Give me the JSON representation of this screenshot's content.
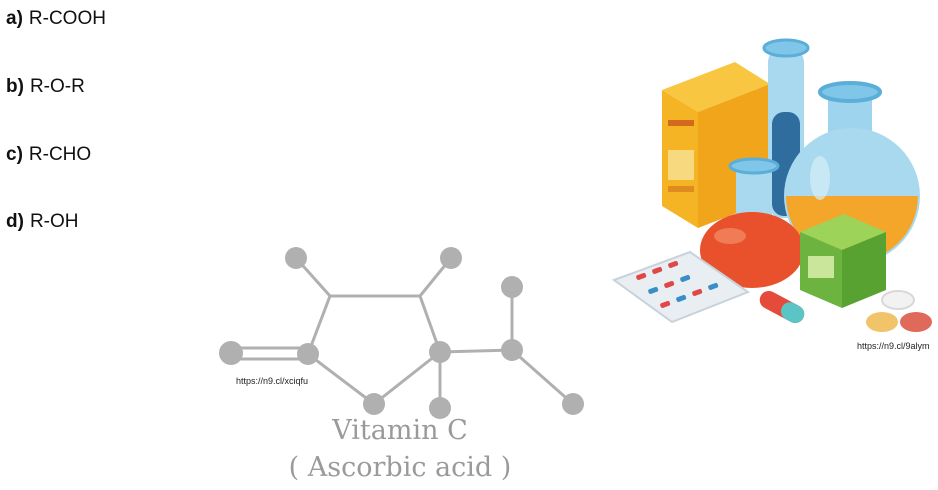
{
  "options": [
    {
      "key": "a)",
      "value": "R-COOH"
    },
    {
      "key": "b)",
      "value": "R-O-R"
    },
    {
      "key": "c)",
      "value": "R-CHO"
    },
    {
      "key": "d)",
      "value": "R-OH"
    }
  ],
  "molecule": {
    "title": "Vitamin C",
    "subtitle": "( Ascorbic acid )",
    "source": "https://n9.cl/xciqfu",
    "atom_color": "#b0b0b0",
    "bond_color": "#b0b0b0"
  },
  "lab_image": {
    "source": "https://n9.cl/9alym",
    "icon": "lab-flasks-and-medicine-illustration"
  }
}
